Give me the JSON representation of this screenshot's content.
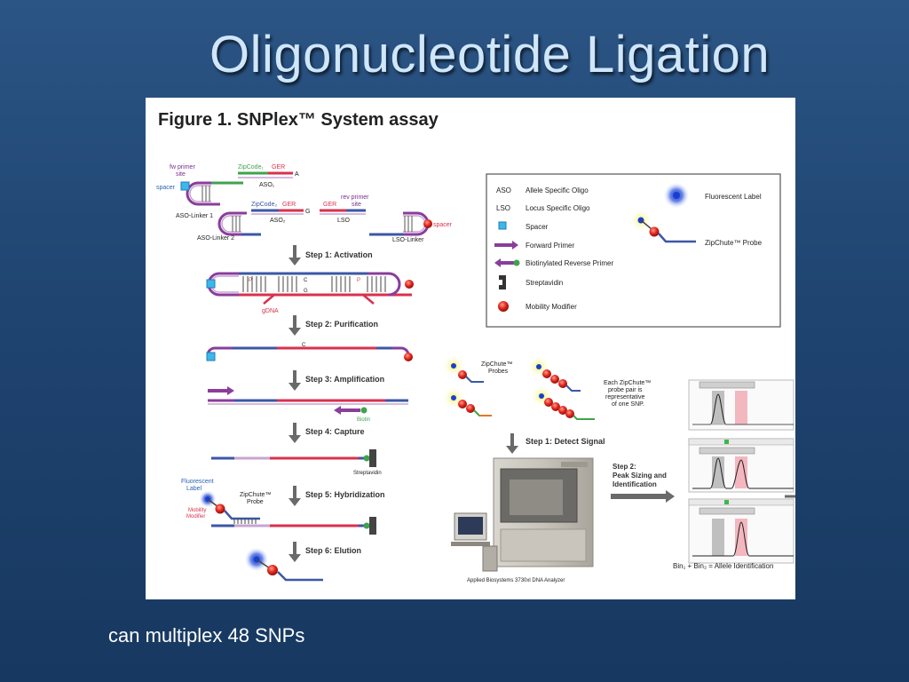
{
  "slide": {
    "title": "Oligonucleotide Ligation",
    "caption": "can multiplex 48 SNPs"
  },
  "figure": {
    "title": "Figure 1. SNPlex™ System assay",
    "reactants": {
      "fw_primer_site": "fw primer\nsite",
      "spacer_left": "spacer",
      "aso_linker_1": "ASO-Linker 1",
      "aso_linker_2": "ASO-Linker 2",
      "zipcode1": "ZipCode₁",
      "ger1": "GER",
      "a_base": "A",
      "aso1": "ASO₁",
      "zipcode2": "ZipCode₂",
      "ger2": "GER",
      "g_base": "G",
      "aso2": "ASO₂",
      "rev_primer_site": "rev primer\nsite",
      "ger3": "GER",
      "lso": "LSO",
      "lso_linker": "LSO-Linker",
      "spacer_right": "spacer"
    },
    "steps": [
      {
        "label": "Step 1: Activation"
      },
      {
        "label": "Step 2: Purification"
      },
      {
        "label": "Step 3: Amplification"
      },
      {
        "label": "Step 4: Capture"
      },
      {
        "label": "Step 5: Hybridization"
      },
      {
        "label": "Step 6: Elution"
      }
    ],
    "gdna_label": "gDNA",
    "biotin_label": "Biotin",
    "streptavidin_label": "Streptavidin",
    "fluorescent_label_left": "Fluorescent\nLabel",
    "mobility_modifier_left": "Mobility\nModifier",
    "zipchute_probe_left": "ZipChute™\nProbe",
    "legend": {
      "items": [
        {
          "key": "ASO",
          "text": "Allele Specific Oligo"
        },
        {
          "key": "LSO",
          "text": "Locus Specific Oligo"
        },
        {
          "key": "spacer-symbol",
          "text": "Spacer"
        },
        {
          "key": "forward-primer-symbol",
          "text": "Forward Primer"
        },
        {
          "key": "biotinylated-primer-symbol",
          "text": "Biotinylated Reverse Primer"
        },
        {
          "key": "streptavidin-symbol",
          "text": "Streptavidin"
        },
        {
          "key": "mobility-modifier-symbol",
          "text": "Mobility Modifier"
        }
      ],
      "fluorescent_label": "Fluorescent Label",
      "zipchute_probe": "ZipChute™ Probe"
    },
    "detection": {
      "probes_label": "ZipChute™\nProbes",
      "pair_note": "Each ZipChute™\nprobe pair is\nrepresentative\nof one SNP.",
      "step1": "Step 1: Detect Signal",
      "step2": "Step 2:\nPeak Sizing and\nIdentification",
      "instrument": "Applied Biosystems 3730xl DNA Analyzer",
      "bin_formula": "Bin₁ + Bin₂ = Allele Identification"
    },
    "colors": {
      "blue_strand": "#3b57a6",
      "red_strand": "#d9314c",
      "green_strand": "#3fa34d",
      "purple_primer": "#8a3d9b",
      "gray_bin": "#bfbfbf",
      "pink_bin": "#f3b7bf"
    }
  }
}
